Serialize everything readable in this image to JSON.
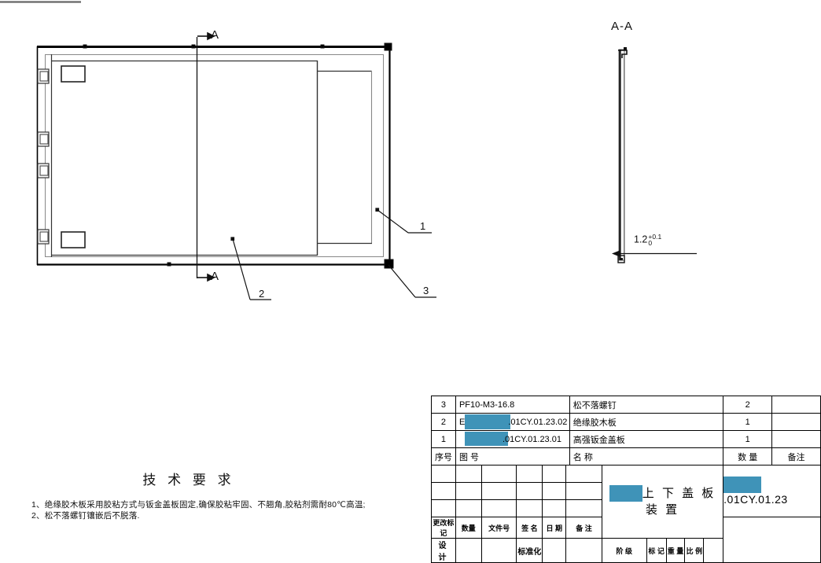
{
  "sheet": {
    "top_rule": true,
    "background": "#ffffff",
    "redaction_color": "#3f93b8",
    "line_color": "#000000"
  },
  "views": {
    "plan": {
      "name": "plan-view",
      "section_label_top": "A",
      "section_label_bottom": "A",
      "balloons": [
        {
          "id": "1",
          "label": "1"
        },
        {
          "id": "2",
          "label": "2"
        },
        {
          "id": "3",
          "label": "3"
        }
      ]
    },
    "section": {
      "name": "section-view-a-a",
      "title": "A-A",
      "dimension": {
        "value": "1.2",
        "tol_upper": "+0.1",
        "tol_lower": "0"
      }
    }
  },
  "tech_requirements": {
    "title": "技 术 要 求",
    "items": [
      "1、绝缘胶木板采用胶粘方式与钣金盖板固定,确保胶粘牢固、不翘角,胶粘剂需耐80℃高温;",
      "2、松不落螺钉镶嵌后不脱落."
    ]
  },
  "parts_list": {
    "headers": {
      "no": "序号",
      "code": "图    号",
      "name": "名       称",
      "qty": "数  量",
      "remark": "备注"
    },
    "rows": [
      {
        "no": "3",
        "code_prefix": "",
        "code": "PF10-M3-16.8",
        "redacted": false,
        "name": "松不落螺钉",
        "qty": "2",
        "remark": ""
      },
      {
        "no": "2",
        "code_prefix": "E",
        "code": ".01CY.01.23.02",
        "redacted": true,
        "name": "绝缘胶木板",
        "qty": "1",
        "remark": ""
      },
      {
        "no": "1",
        "code_prefix": "",
        "code": ".01CY.01.23.01",
        "redacted": true,
        "name": "高强钣金盖板",
        "qty": "1",
        "remark": ""
      }
    ]
  },
  "title_block": {
    "revision_headers": [
      "更改标记",
      "数量",
      "文件号",
      "签 名",
      "日 期",
      "备 注"
    ],
    "assembly_name_line1": "上 下 盖 板",
    "assembly_name_line2": "装 置",
    "assembly_name_redacted": true,
    "drawing_number": ".01CY.01.23",
    "drawing_number_redacted": true,
    "bottom_row": {
      "design": "设  计",
      "standardize": "标准化",
      "stage_marks": [
        "阶  级",
        "标  记",
        "重  量",
        "比  例"
      ]
    }
  }
}
